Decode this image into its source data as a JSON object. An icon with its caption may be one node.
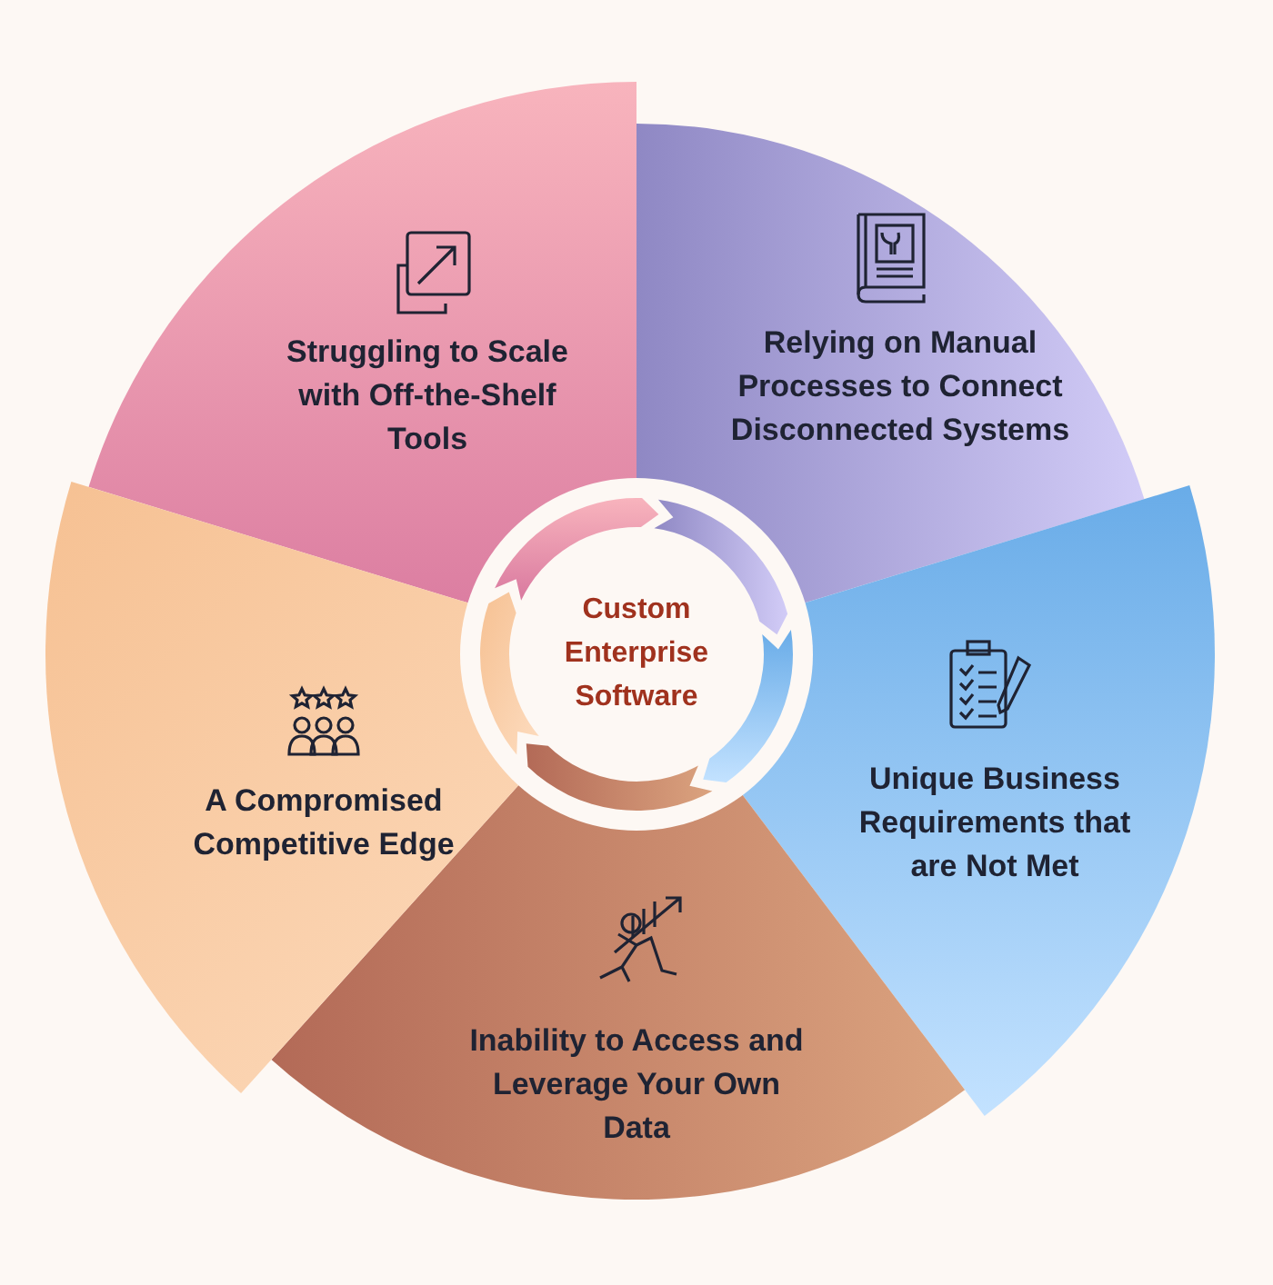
{
  "diagram": {
    "nodes": [
      {
        "text": [
          "Custom Enterprise Software"
        ]
      },
      {
        "text": [
          "Struggling to Scale with Off-the-Shelf Tools"
        ]
      },
      {
        "text": [
          "Relying on Manual Processes to Connect Disconnected Systems"
        ]
      },
      {
        "text": [
          "Unique Business Requirements that are Not Met"
        ]
      },
      {
        "text": [
          "Inability to Access and Leverage Your Own Data"
        ]
      },
      {
        "text": [
          "A Compromised Competitive Edge"
        ]
      }
    ]
  }
}
